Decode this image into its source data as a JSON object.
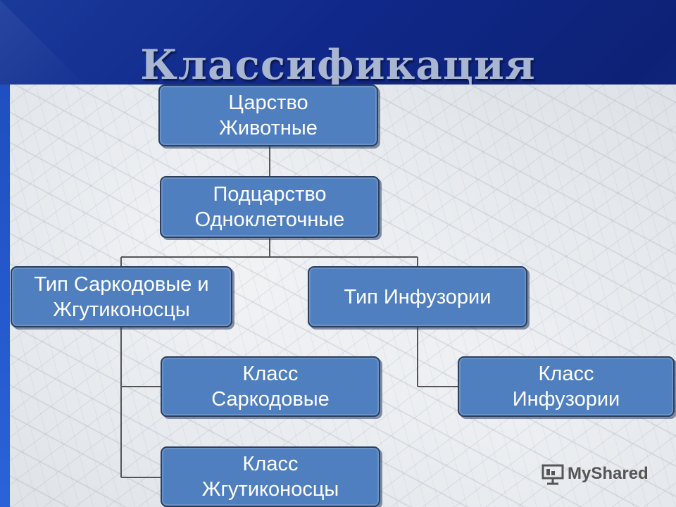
{
  "title": "Классификация",
  "nodes": {
    "kingdom": {
      "line1": "Царство",
      "line2": "Животные"
    },
    "subkingdom": {
      "line1": "Подцарство",
      "line2": "Одноклеточные"
    },
    "phylum_sarco": {
      "line1": "Тип Саркодовые и",
      "line2": "Жгутиконосцы"
    },
    "phylum_ciliates": {
      "line1": "Тип Инфузории"
    },
    "class_sarco": {
      "line1": "Класс",
      "line2": "Саркодовые"
    },
    "class_flag": {
      "line1": "Класс",
      "line2": "Жгутиконосцы"
    },
    "class_ciliates": {
      "line1": "Класс",
      "line2": "Инфузории"
    }
  },
  "watermark": {
    "text": "MyShared",
    "icon": "presentation-icon"
  },
  "colors": {
    "node_fill": "#4f7fbf",
    "node_border": "#2d3e5c",
    "background": "#0f2a80",
    "title": "#a9b6d2"
  }
}
